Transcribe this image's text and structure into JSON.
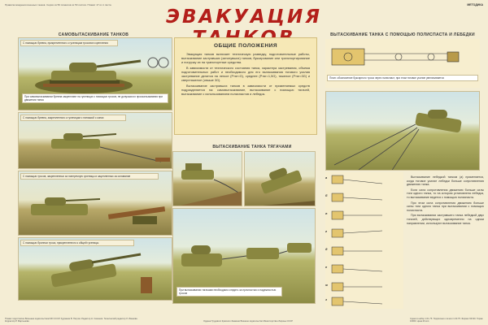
{
  "header": {
    "left_note": "Правила вождения военных танков. Серия из 50 плакатов из 50 листов. Плакат 17 из 1 листа",
    "right_code": "МЕТОДИКА"
  },
  "title": "ЭВАКУАЦИЯ ТАНКОВ",
  "sections": {
    "self_pull": "САМОВЫТАСКИВАНИЕ ТАНКОВ",
    "pulley_winch": "ВЫТАСКИВАНИЕ ТАНКА С ПОМОЩЬЮ ПОЛИСПАСТА И ЛЕБЕДКИ",
    "tractors": "ВЫТАСКИВАНИЕ ТАНКА ТЯГАЧАМИ"
  },
  "captions": {
    "c1": "С помощью бревна, прикрепленного к гусеницам тросового крепления",
    "c2": "При самовытаскивании бревна закрепляют на гусеницах с помощью тросов, не допуская их проскальзывания при движении танка",
    "c3": "С помощью бревна, закрепленного к гусеницам с натяжкой с копки",
    "c4": "С помощью тросов, закрепленных за поперечную гусеницы и зацепленных за основание",
    "c5": "С помощью бронных троса, прикрепленного к общей гусеницы",
    "c6": "При вытаскивании тягачами необходимо следить за прочностью и надежностью тросов",
    "c7": "План: обозначение буксирного троса через полиспаст, при этом тяговое усилие увеличивается"
  },
  "general": {
    "heading": "ОБЩИЕ ПОЛОЖЕНИЯ",
    "p1": "Эвакуация танков включает техническую разведку, подготовительные работы, вытаскивание застрявших (затонувших) танков, буксирование или транспортирование и погрузку их на транспортные средства.",
    "p2": "В зависимости от технического состояния танка, характера застревания, объема подготовительных работ и необходимого для его вытаскивания тягового усилия застревание делится на легкое (Pтяг<G), среднее (Pтяг=1,5G), тяжелое (Pтяг=3G) и сверхтяжелое (свыше 3G).",
    "p3": "Вытаскивание застрявших танков в зависимости от применяемых средств подразделяется на: самовытаскивание, вытаскивание с помощью тягачей, вытаскивание с использованием полиспастов и лебедок."
  },
  "right_text": {
    "p1": "Вытаскивание лебедкой танком (а) применяется, когда тяговое усилие лебедки больше сопротивления движению танка.",
    "p2": "Если сила сопротивления движению больше силы тяги одного танка, то на котором установлена лебедка, то вытаскивание ведется с помощью полиспаста.",
    "p3": "При этом сила сопротивления движению больше силы тяги одного танка при вытаскивании с помощью полиспаста.",
    "p4": "При вытаскивании застрявшего танка лебедкой двух тягачей, действующих одновременно на одном направлении, используют вытаскивание танка."
  },
  "diagram_labels": [
    "а",
    "б",
    "в",
    "г",
    "д",
    "е",
    "ж",
    "з"
  ],
  "footer": {
    "left": "Плакат подготовлен Военным издательством МО СССР. Художник В. Петров. Редактор Н. Семенов. Технический редактор Л. Иванова. Корректор Р. Мартынова",
    "middle": "Ордена Трудового Красного Знамени Военное издательство Министерства обороны СССР",
    "right": "Сдано в набор 1.01.75. Подписано к печати 1.03.75. Формат 60×90. Тираж 10000. Цена 20 коп."
  },
  "colors": {
    "title": "#b31f1a",
    "background": "#f4edd4",
    "tank": "#8a8740",
    "info_box": "#f6e8b6"
  }
}
